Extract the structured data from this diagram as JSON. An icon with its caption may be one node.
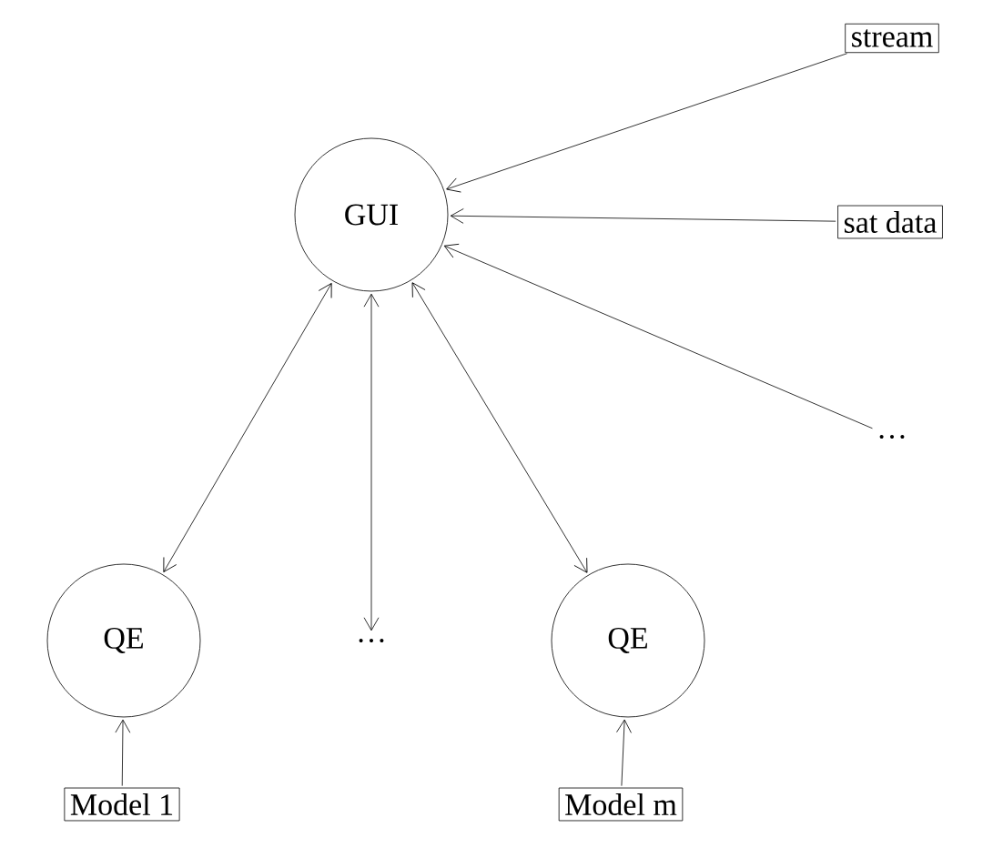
{
  "diagram": {
    "nodes": [
      {
        "text": [
          "stream"
        ]
      },
      {
        "text": [
          "GUI"
        ]
      },
      {
        "text": [
          "sat data"
        ]
      },
      {
        "text": [
          "…"
        ]
      },
      {
        "text": [
          "QE"
        ]
      },
      {
        "text": [
          "…"
        ]
      },
      {
        "text": [
          "QE"
        ]
      },
      {
        "text": [
          "Model 1"
        ]
      },
      {
        "text": [
          "Model m"
        ]
      }
    ],
    "edges": [
      {
        "from": 0,
        "to": 1,
        "arrow": "to"
      },
      {
        "from": 2,
        "to": 1,
        "arrow": "to"
      },
      {
        "from": 3,
        "to": 1,
        "arrow": "to"
      },
      {
        "from": 1,
        "to": 4,
        "arrow": "both"
      },
      {
        "from": 1,
        "to": 5,
        "arrow": "both"
      },
      {
        "from": 1,
        "to": 6,
        "arrow": "both"
      },
      {
        "from": 7,
        "to": 4,
        "arrow": "to"
      },
      {
        "from": 8,
        "to": 6,
        "arrow": "to"
      }
    ]
  }
}
